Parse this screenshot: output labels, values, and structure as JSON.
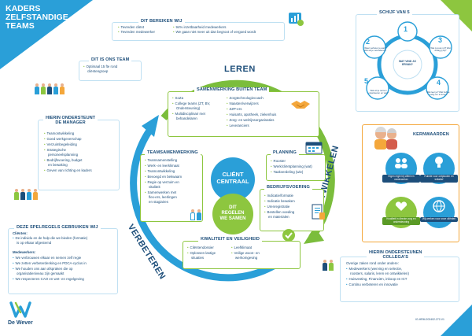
{
  "title": {
    "line1": "KADERS",
    "line2": "ZELFSTANDIGE",
    "line3": "TEAMS"
  },
  "bereiken": {
    "heading": "DIT BEREIKEN WIJ",
    "items": [
      "Tevreden cliënt",
      "Tevreden medewerker",
      "94% inzetbaarheid medewerkers",
      "We gaan niet meer uit dan begroot of vergoed wordt"
    ]
  },
  "team": {
    "heading": "DIT IS ONS TEAM",
    "items": [
      "Optimaal 15 fte rond",
      "cliëntengroep"
    ]
  },
  "manager": {
    "heading1": "HIERIN ONDERSTEUNT",
    "heading2": "DE MANAGER",
    "items": [
      "Teamontwikkeling",
      "Goed werkgeverschap",
      "Verzuimbegeleiding",
      "Strategische",
      "personeelsplanning",
      "Bedrijfsvoering, budget",
      "en bewaking",
      "Geven van richting en kaders"
    ]
  },
  "spelregels": {
    "heading": "DEZE SPELREGELS GEBRUIKEN WIJ",
    "client_label": "Cliënten:",
    "client_items": [
      "De individu en de hulp die we bieden (formatie)",
      "is op elkaar afgestemd"
    ],
    "staff_label": "Medewerkers:",
    "staff_items": [
      "We verbrouwen elkaar en nemen zelf regie",
      "We zetten verbeterdenking en PDCA-cyclus in",
      "We houden ons aan afspraken die op",
      "organisatieniveau zijn gemaakt",
      "We respecteren CAO en wet- en regelgeving"
    ]
  },
  "ring": {
    "leren": "LEREN",
    "ontwikkelen": "ONTWIKKELEN",
    "verbeteren": "VERBETEREN"
  },
  "samenwerking": {
    "heading": "SAMENWERKING BUITEN TEAM",
    "left": [
      "SoZa",
      "College teams (ZT, BV,",
      "Ondersteuning)",
      "Multidisciplinair met",
      "behandelaren"
    ],
    "right": [
      "Zorgtechnologiecoach",
      "Naasten/verwijzers",
      "ZZP-ers",
      "Huisarts, apotheek, ziekenhuis",
      "Zorg- en welzijnsorganisaties",
      "Leveranciers"
    ]
  },
  "teamsamenwerking": {
    "heading": "TEAMSAMENWERKING",
    "items": [
      "Teamsamenstelling",
      "Werk- en leerklimaat",
      "Teamontwikkeling",
      "Bevoegd en bekwaam",
      "Regie op verzuim en",
      "vitaliteit",
      "Samenwerken met",
      "flex-ers, leerlingen",
      "en stagiaires"
    ]
  },
  "center": {
    "client1": "CLIËNT",
    "client2": "CENTRAAL",
    "regels1": "DIT",
    "regels2": "REGELEN",
    "regels3": "WE SAMEN"
  },
  "planning": {
    "heading": "PLANNING",
    "items": [
      "Rooster",
      "Werk/cliëntplanning (wat)",
      "Taakverdeling (wie)"
    ]
  },
  "bedrijfsvoering": {
    "heading": "BEDRIJFSVOERING",
    "items": [
      "Indicatie/formatie",
      "Indicatie bewaken",
      "Urenregistratie",
      "Bestellen voeding",
      "en materialen"
    ]
  },
  "kwaliteit": {
    "heading": "KWALITEIT EN VEILIGHEID",
    "left": [
      "Cliëntendossier",
      "Oplossen lastige",
      "situaties"
    ],
    "right": [
      "Leefklimaat",
      "Veilige woon- en",
      "werkomgeving"
    ]
  },
  "schijf": {
    "heading": "SCHIJF VAN 5",
    "center": "WAT VIND JIJ ERVAN?",
    "n1": "1",
    "n2": "2",
    "n3": "3",
    "n4": "4",
    "n5": "5",
    "t2": "Waar verbeter je aan? Wat wil je veranderen?",
    "t3": "Wat is jouw rol? Wat draag jij bij?",
    "t4": "Wat leer je? Wat heb je nodig om te leren?",
    "t5": "Wat wil je samen organiseren en wat?"
  },
  "kernwaarden": {
    "heading": "KERNWAARDEN",
    "labels": [
      "Eigen regie bij cliënt en medewerker",
      "Ruimte voor ontplooien en initiatief",
      "Kwaliteit in directe zorg en ondersteuning",
      "Wij werken voor onze cliënten"
    ]
  },
  "colleges": {
    "heading1": "HIERIN ONDERSTEUNEN",
    "heading2": "COLLEGA'S",
    "intro": "Overige zaken rond onder andere:",
    "items": [
      "Medewerkers (werving en selectie,",
      "roosters, salaris, leren en ontwikkelen)",
      "Huisvesting, Financiën, inkoop en ICT",
      "Continu verbeteren en innovatie"
    ]
  },
  "logo": {
    "name": "De Wever"
  },
  "docid": "IG-HRM-202402-272-V1",
  "colors": {
    "dark_blue": "#1d4e7a",
    "light_blue": "#2a9fd8",
    "green": "#8dc63f",
    "ring_green": "#7bbd3c",
    "pale_blue": "#bfe0f2",
    "orange": "#f4a73b"
  }
}
